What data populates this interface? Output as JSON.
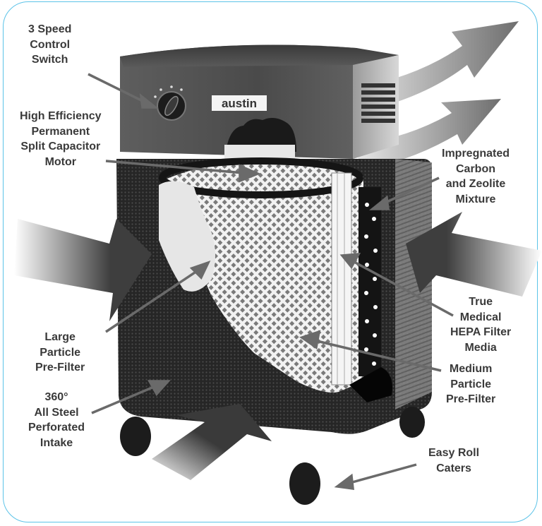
{
  "diagram": {
    "subject": "Austin Air Purifier cutaway",
    "brand_label": "austin",
    "border_color": "#5cc3e8",
    "label_color": "#3a3a3a",
    "arrow_color": "#6a6a6a",
    "labels": [
      {
        "id": "speed-switch",
        "lines": [
          "3 Speed",
          "Control",
          "Switch"
        ]
      },
      {
        "id": "motor",
        "lines": [
          "High Efficiency",
          "Permanent",
          "Split Capacitor",
          "Motor"
        ]
      },
      {
        "id": "carbon",
        "lines": [
          "Impregnated",
          "Carbon",
          "and Zeolite",
          "Mixture"
        ]
      },
      {
        "id": "hepa",
        "lines": [
          "True",
          "Medical",
          "HEPA Filter",
          "Media"
        ]
      },
      {
        "id": "medium-prefilter",
        "lines": [
          "Medium",
          "Particle",
          "Pre-Filter"
        ]
      },
      {
        "id": "large-prefilter",
        "lines": [
          "Large",
          "Particle",
          "Pre-Filter"
        ]
      },
      {
        "id": "intake",
        "lines": [
          "360°",
          "All Steel",
          "Perforated",
          "Intake"
        ]
      },
      {
        "id": "casters",
        "lines": [
          "Easy Roll",
          "Caters"
        ]
      }
    ]
  }
}
